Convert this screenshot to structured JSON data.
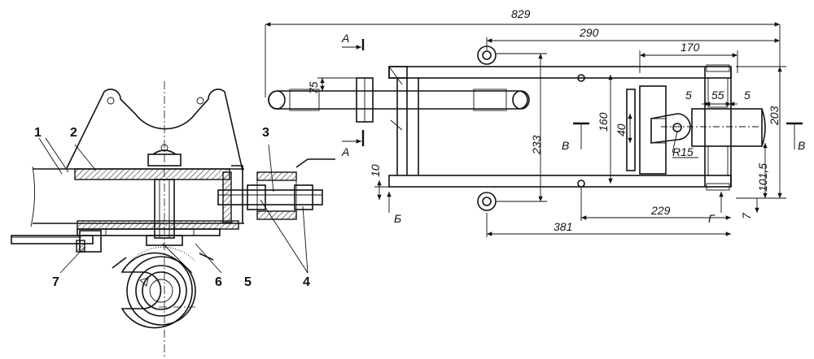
{
  "part_numbers": {
    "p1": "1",
    "p2": "2",
    "p3": "3",
    "p4": "4",
    "p5": "5",
    "p6": "6",
    "p7": "7"
  },
  "dimensions": {
    "d829": "829",
    "d290": "290",
    "d170": "170",
    "d75": "75",
    "d160": "160",
    "d40": "40",
    "d233": "233",
    "d203": "203",
    "d5a": "5",
    "d55": "55",
    "d5b": "5",
    "d101": "101,5",
    "d10": "10",
    "d7": "7",
    "d381": "381",
    "d229": "229",
    "r15": "R15"
  },
  "section_marks": {
    "a_top": "А",
    "a_bottom": "А",
    "b": "Б",
    "v_left": "В",
    "v_right": "В",
    "g": "Г"
  }
}
